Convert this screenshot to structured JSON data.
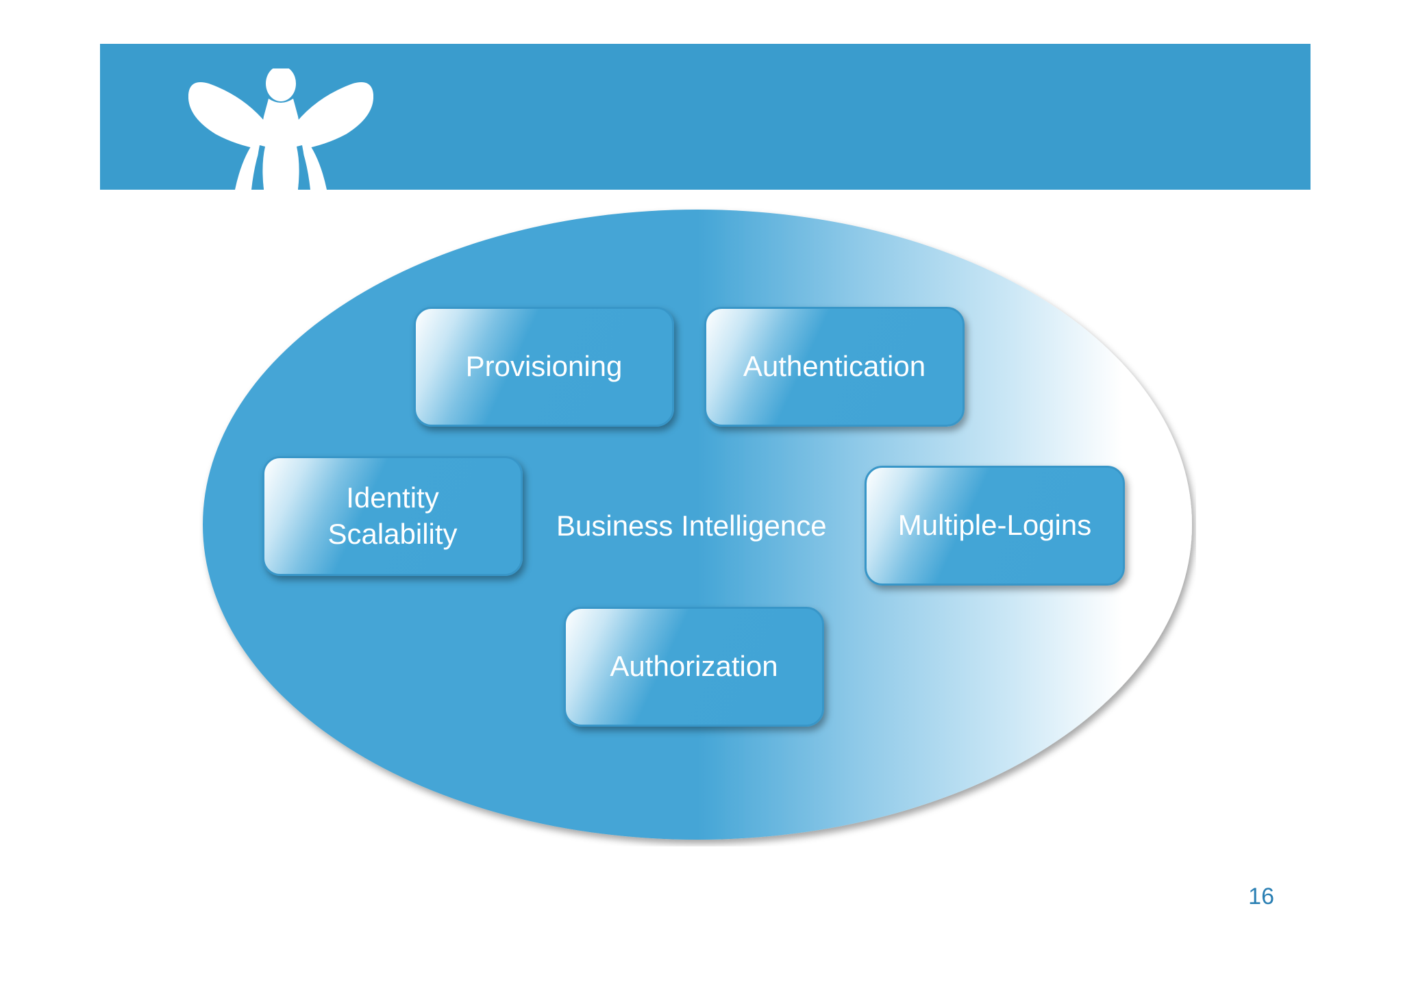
{
  "slide": {
    "page_number": "16",
    "colors": {
      "band": "#3a9ccd",
      "ellipse_blue": "#44a5d6",
      "node_blue": "#42a4d6",
      "text": "#ffffff",
      "page_number": "#2a7fb3"
    },
    "logo_icon": "winged-figure-icon"
  },
  "diagram": {
    "center_label": "Business Intelligence",
    "nodes": {
      "provisioning": "Provisioning",
      "authentication": "Authentication",
      "identity_line1": "Identity",
      "identity_line2": "Scalability",
      "multiple_logins": "Multiple-Logins",
      "authorization": "Authorization"
    }
  }
}
